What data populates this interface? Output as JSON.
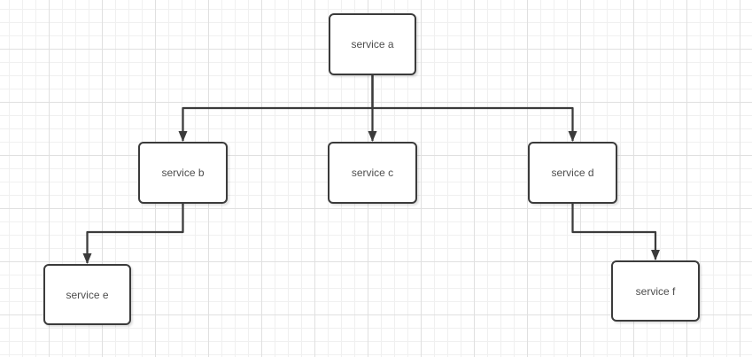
{
  "diagram": {
    "type": "flowchart",
    "nodes": [
      {
        "id": "service-a",
        "label": "service a"
      },
      {
        "id": "service-b",
        "label": "service b"
      },
      {
        "id": "service-c",
        "label": "service c"
      },
      {
        "id": "service-d",
        "label": "service d"
      },
      {
        "id": "service-e",
        "label": "service e"
      },
      {
        "id": "service-f",
        "label": "service f"
      }
    ],
    "edges": [
      {
        "from": "service a",
        "to": "service b"
      },
      {
        "from": "service a",
        "to": "service c"
      },
      {
        "from": "service a",
        "to": "service d"
      },
      {
        "from": "service b",
        "to": "service e"
      },
      {
        "from": "service d",
        "to": "service f"
      }
    ],
    "colors": {
      "background": "#ffffff",
      "grid_minor": "#f0f0f0",
      "grid_major": "#e0e0e0",
      "node_fill": "#ffffff",
      "node_border": "#3b3b3b",
      "edge": "#3b3b3b",
      "text": "#4d4d4d"
    }
  }
}
